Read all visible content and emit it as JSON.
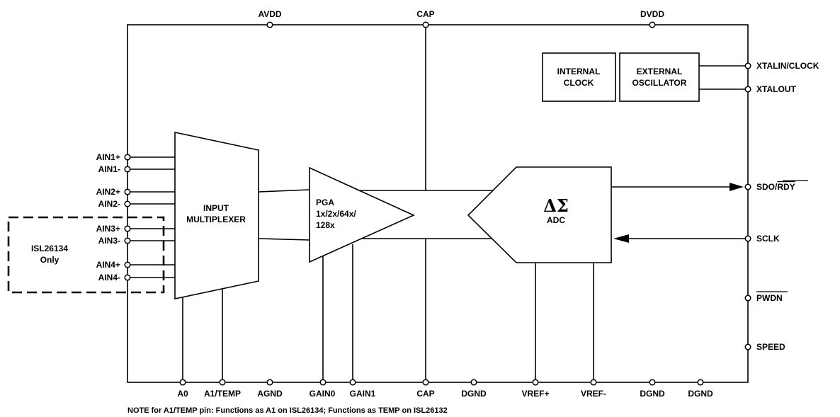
{
  "top_pins": {
    "avdd": "AVDD",
    "cap": "CAP",
    "dvdd": "DVDD"
  },
  "right_pins": {
    "xtalin": "XTALIN/CLOCK",
    "xtalout": "XTALOUT",
    "sdo": "SDO/",
    "rdy": "RDY",
    "sclk": "SCLK",
    "pwdn": "PWDN",
    "speed": "SPEED"
  },
  "left_pins": [
    "AIN1+",
    "AIN1-",
    "AIN2+",
    "AIN2-",
    "AIN3+",
    "AIN3-",
    "AIN4+",
    "AIN4-"
  ],
  "bottom_pins": {
    "a0": "A0",
    "a1temp": "A1/TEMP",
    "agnd": "AGND",
    "gain0": "GAIN0",
    "gain1": "GAIN1",
    "cap": "CAP",
    "dgnd1": "DGND",
    "vrefp": "VREF+",
    "vrefm": "VREF-",
    "dgnd2": "DGND",
    "dgnd3": "DGND"
  },
  "blocks": {
    "internal_clock": [
      "INTERNAL",
      "CLOCK"
    ],
    "external_osc": [
      "EXTERNAL",
      "OSCILLATOR"
    ],
    "mux": [
      "INPUT",
      "MULTIPLEXER"
    ],
    "pga": [
      "PGA",
      "1x/2x/64x/",
      "128x"
    ],
    "adc_symbol": "ΔΣ",
    "adc_label": "ADC",
    "isl_box": [
      "ISL26134",
      "Only"
    ]
  },
  "note": "NOTE for A1/TEMP pin:  Functions as A1 on ISL26134; Functions as TEMP on ISL26132"
}
